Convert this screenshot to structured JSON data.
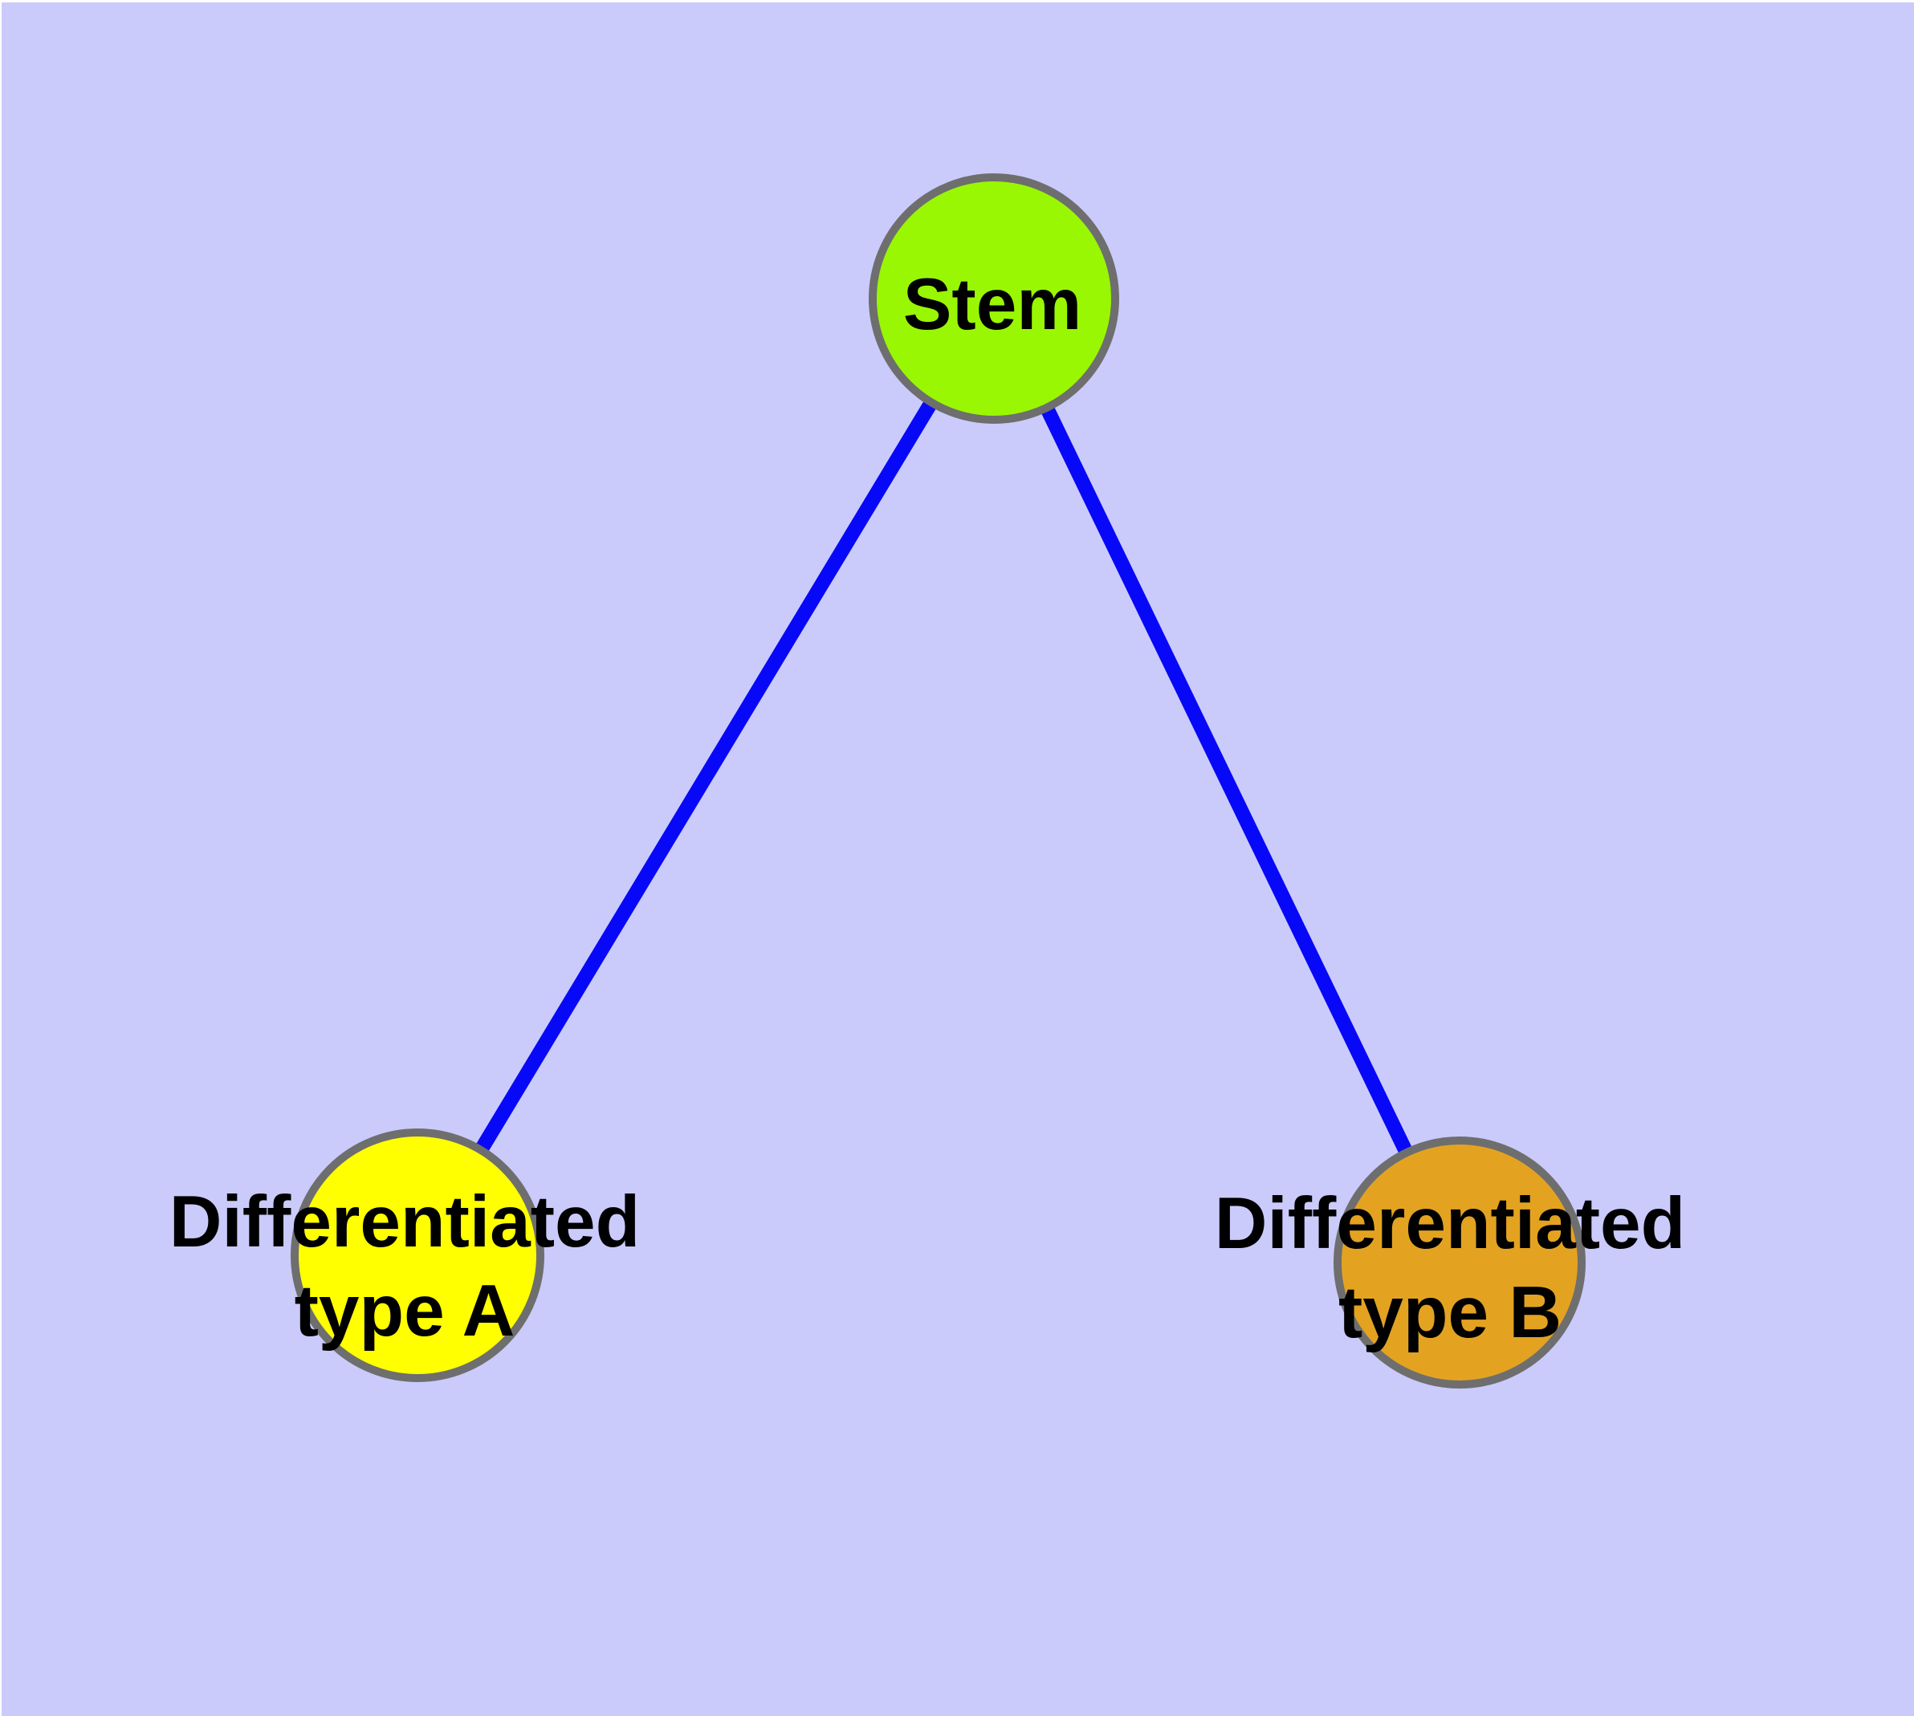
{
  "diagram": {
    "background_color": "#CACBFB",
    "edge_color": "#0808F8",
    "node_border_color": "#6E6E6E",
    "text_color": "#000000",
    "nodes": {
      "stem": {
        "label": "Stem",
        "fill": "#99F703"
      },
      "type_a": {
        "label_line1": "Differentiated",
        "label_line2": "type A",
        "fill": "#FFFF00"
      },
      "type_b": {
        "label_line1": "Differentiated",
        "label_line2": "type B",
        "fill": "#E3A321"
      }
    },
    "edges": [
      {
        "from": "Stem",
        "to": "Differentiated type A"
      },
      {
        "from": "Stem",
        "to": "Differentiated type B"
      }
    ]
  }
}
